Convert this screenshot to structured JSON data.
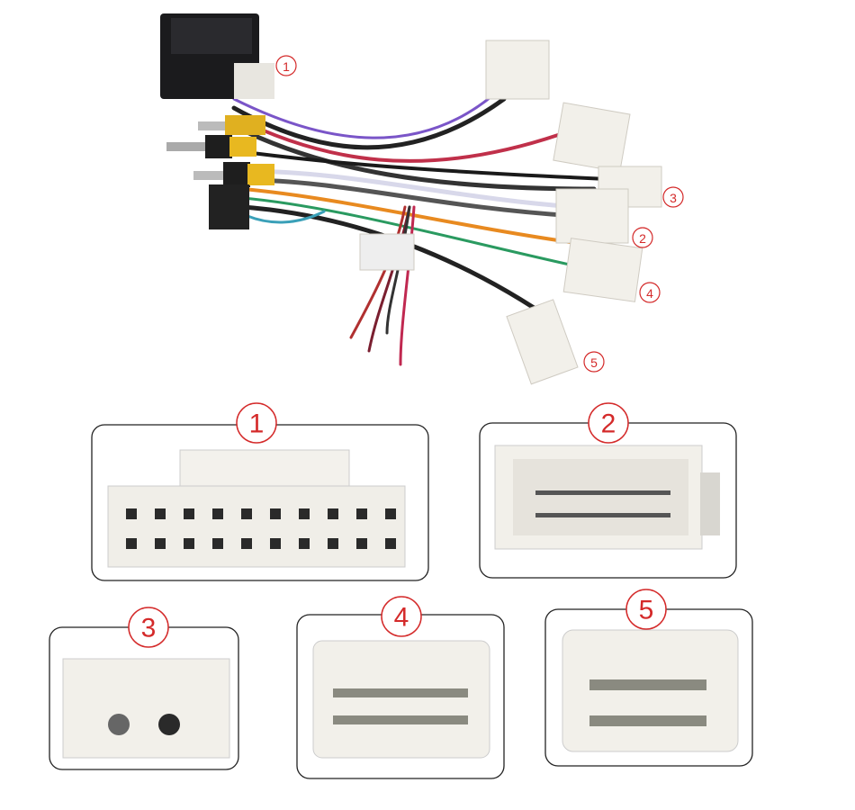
{
  "harness_labels": [
    "1",
    "2",
    "3",
    "4",
    "5"
  ],
  "connector_details": [
    {
      "number": "1"
    },
    {
      "number": "2"
    },
    {
      "number": "3"
    },
    {
      "number": "4"
    },
    {
      "number": "5"
    }
  ],
  "colors": {
    "label_red": "#d42a2a",
    "connector_white": "#f2f0ea",
    "box_border": "#222222"
  }
}
